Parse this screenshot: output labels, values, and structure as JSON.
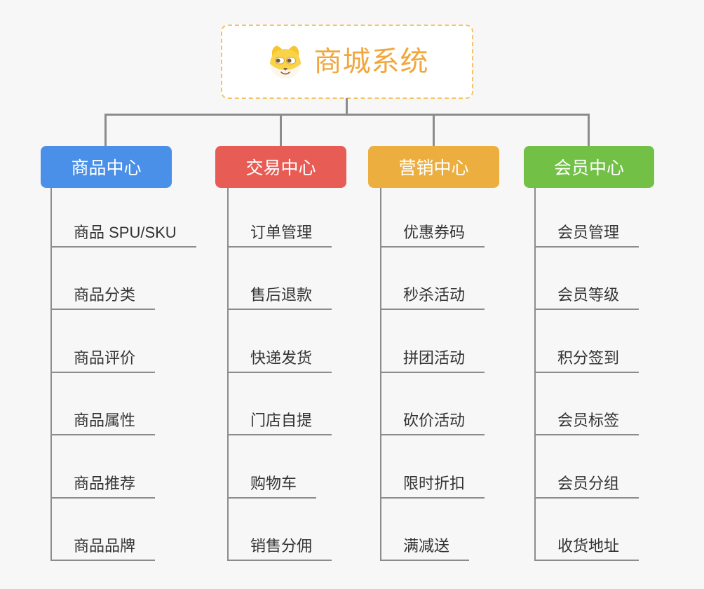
{
  "root": {
    "title": "商城系统",
    "icon": "shiba-dog-face"
  },
  "branches": [
    {
      "label": "商品中心",
      "color": "#4a90e8",
      "items": [
        "商品 SPU/SKU",
        "商品分类",
        "商品评价",
        "商品属性",
        "商品推荐",
        "商品品牌"
      ]
    },
    {
      "label": "交易中心",
      "color": "#e85c56",
      "items": [
        "订单管理",
        "售后退款",
        "快递发货",
        "门店自提",
        "购物车",
        "销售分佣"
      ]
    },
    {
      "label": "营销中心",
      "color": "#ecae3f",
      "items": [
        "优惠券码",
        "秒杀活动",
        "拼团活动",
        "砍价活动",
        "限时折扣",
        "满减送"
      ]
    },
    {
      "label": "会员中心",
      "color": "#72c046",
      "items": [
        "会员管理",
        "会员等级",
        "积分签到",
        "会员标签",
        "会员分组",
        "收货地址"
      ]
    }
  ],
  "colors": {
    "background": "#f7f7f7",
    "connector": "#8c8c8c",
    "root_text": "#f0a73e",
    "root_border": "#f6c36b",
    "item_text": "#333333"
  }
}
